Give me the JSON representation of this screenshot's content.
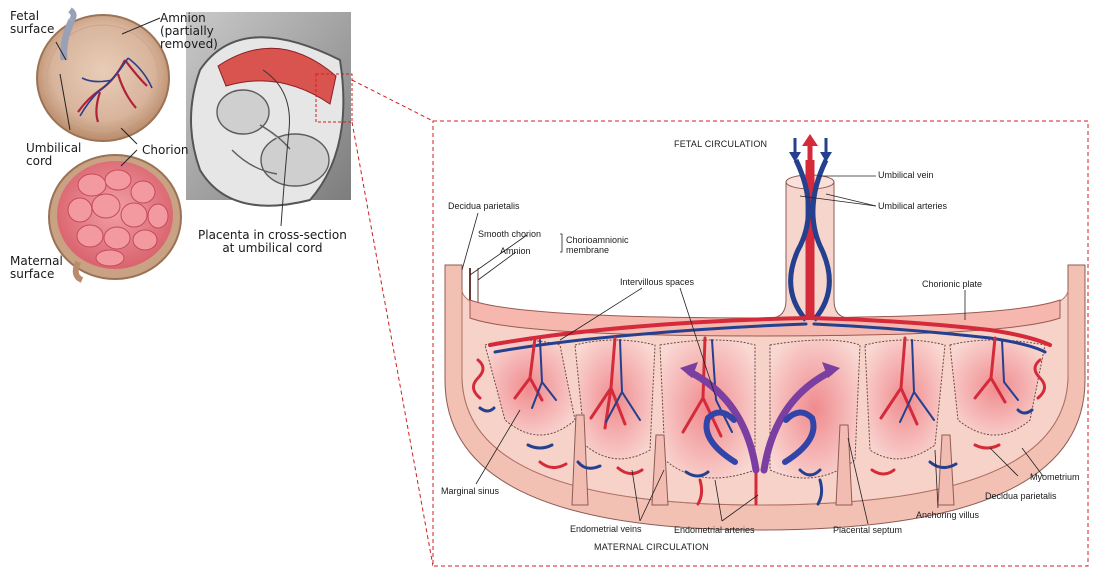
{
  "left_panel": {
    "fetal_surface": "Fetal\nsurface",
    "amnion": "Amnion\n(partially\nremoved)",
    "umbilical_cord": "Umbilical\ncord",
    "chorion": "Chorion",
    "maternal_surface": "Maternal\nsurface",
    "cross_section": "Placenta in cross-section\nat umbilical cord"
  },
  "right_panel": {
    "fetal_circulation": "FETAL CIRCULATION",
    "umbilical_vein": "Umbilical vein",
    "umbilical_arteries": "Umbilical arteries",
    "decidua_parietalis_top": "Decidua parietalis",
    "smooth_chorion": "Smooth chorion",
    "amnion": "Amnion",
    "chorioamnionic_membrane": "Chorioamnionic\nmembrane",
    "intervillous_spaces": "Intervillous spaces",
    "chorionic_plate": "Chorionic plate",
    "marginal_sinus": "Marginal sinus",
    "myometrium": "Myometrium",
    "decidua_parietalis_bottom": "Decidua parietalis",
    "anchoring_villus": "Anchoring villus",
    "placental_septum": "Placental septum",
    "endometrial_arteries": "Endometrial arteries",
    "endometrial_veins": "Endometrial veins",
    "maternal_circulation": "MATERNAL CIRCULATION"
  },
  "colors": {
    "artery_red": "#d42a3a",
    "vein_blue": "#24408e",
    "tissue_pink": "#f4c2b8",
    "decidua_pink": "#efb0a8",
    "intervillous_fill": "#f6cfc9",
    "flow_purple": "#7a3fa0",
    "connector_red": "#d02020"
  }
}
